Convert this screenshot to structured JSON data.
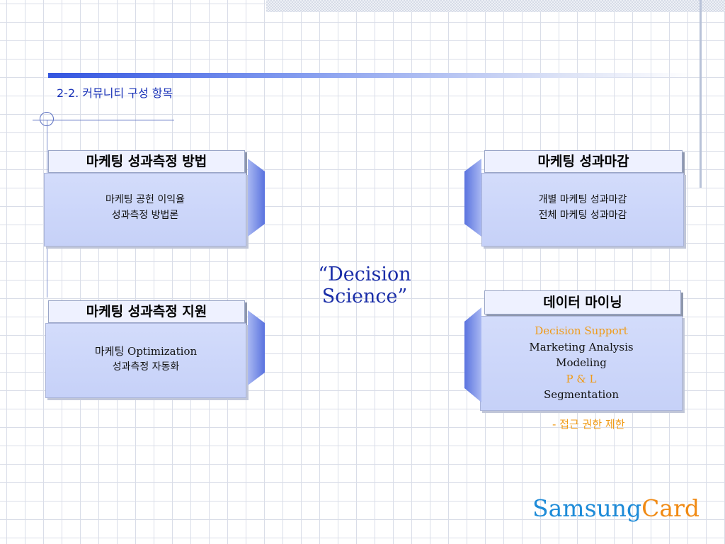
{
  "page": {
    "title": "2-2. 커뮤니티 구성 항목"
  },
  "boxes": {
    "measure_method": {
      "title": "마케팅 성과측정 방법",
      "lines": [
        "마케팅 공헌 이익율",
        "성과측정 방법론"
      ]
    },
    "closing": {
      "title": "마케팅 성과마감",
      "lines": [
        "개별 마케팅 성과마감",
        "전체 마케팅 성과마감"
      ]
    },
    "measure_support": {
      "title": "마케팅 성과측정 지원",
      "lines": [
        "마케팅 Optimization",
        "성과측정 자동화"
      ]
    },
    "data_mining": {
      "title": "데이터 마이닝",
      "lines": [
        "Decision Support",
        "Marketing Analysis",
        "Modeling",
        "P & L",
        "Segmentation"
      ]
    }
  },
  "center_label": "“Decision Science”",
  "note": "- 접근 권한 제한",
  "logo": {
    "part1": "Samsung",
    "part2": "Card"
  },
  "colors": {
    "accent": "#1a33b8",
    "highlight": "#f09a14",
    "box_fill": "#cdd7fa"
  }
}
